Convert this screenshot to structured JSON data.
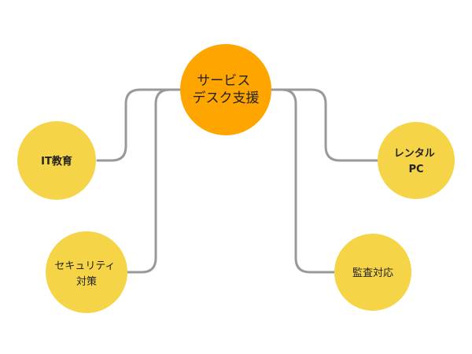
{
  "colors": {
    "center_fill": "#FFA500",
    "leaf_fill": "#F5D547",
    "connector": "#999999",
    "text": "#222222",
    "background": "#FFFFFF"
  },
  "center": {
    "lines": [
      "サービス",
      "デスク支援"
    ]
  },
  "leaves": {
    "it_education": {
      "lines": [
        "IT教育"
      ]
    },
    "security": {
      "lines": [
        "セキュリティ",
        "対策"
      ]
    },
    "rental_pc": {
      "lines": [
        "レンタル",
        "PC"
      ]
    },
    "audit": {
      "lines": [
        "監査対応"
      ]
    }
  }
}
